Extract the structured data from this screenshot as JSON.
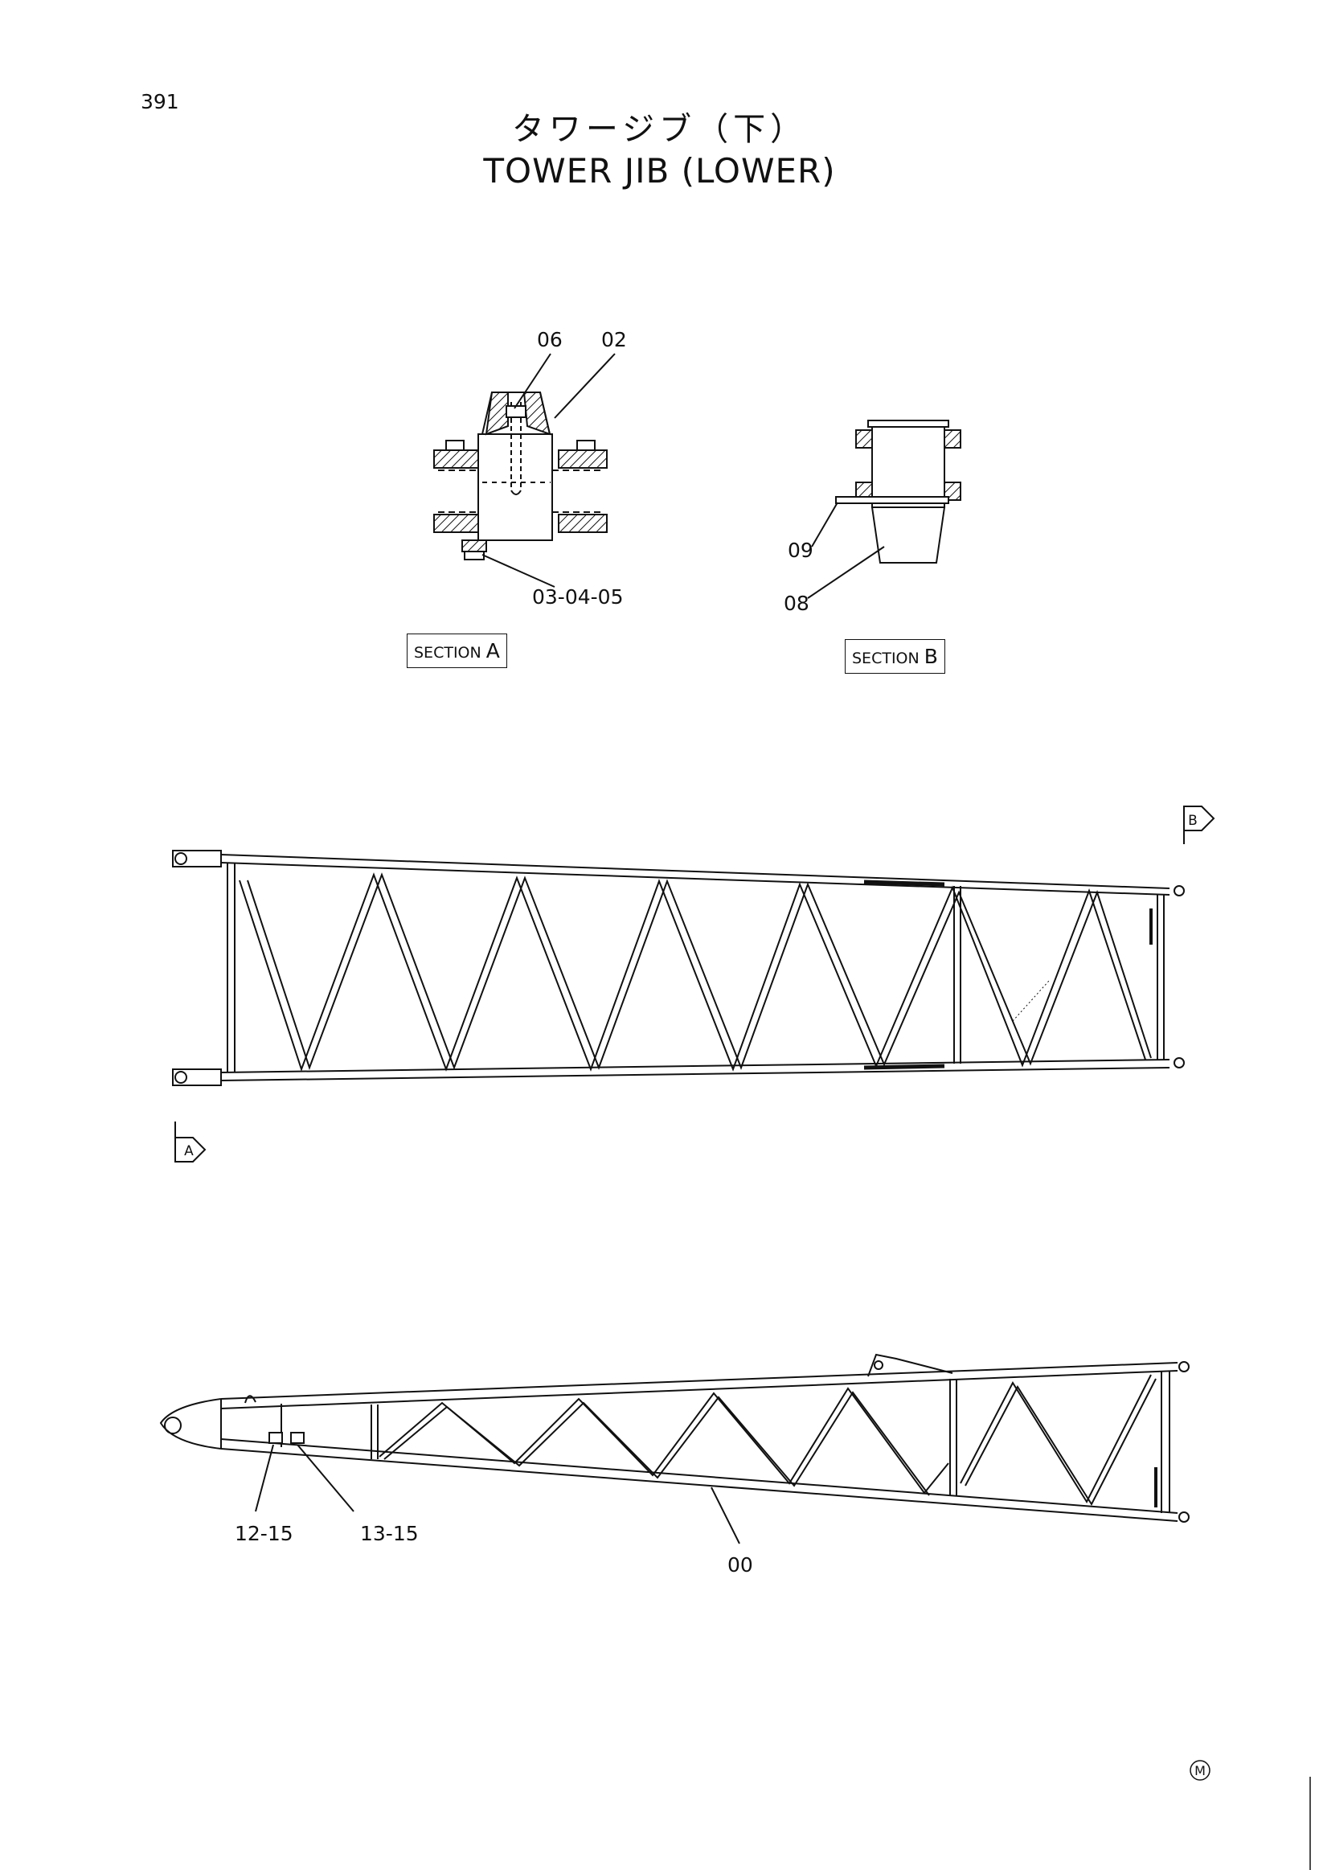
{
  "page": {
    "number": "391"
  },
  "title": {
    "jp": "タワージブ（下）",
    "en": "TOWER JIB (LOWER)"
  },
  "sections": [
    {
      "label": "SECTION",
      "letter": "A"
    },
    {
      "label": "SECTION",
      "letter": "B"
    }
  ],
  "view_markers": [
    "A",
    "B"
  ],
  "callouts": {
    "c06": "06",
    "c02": "02",
    "c030405": "03-04-05",
    "c09": "09",
    "c08": "08",
    "c1215": "12-15",
    "c1315": "13-15",
    "c00": "00"
  },
  "footer_mark": "M"
}
